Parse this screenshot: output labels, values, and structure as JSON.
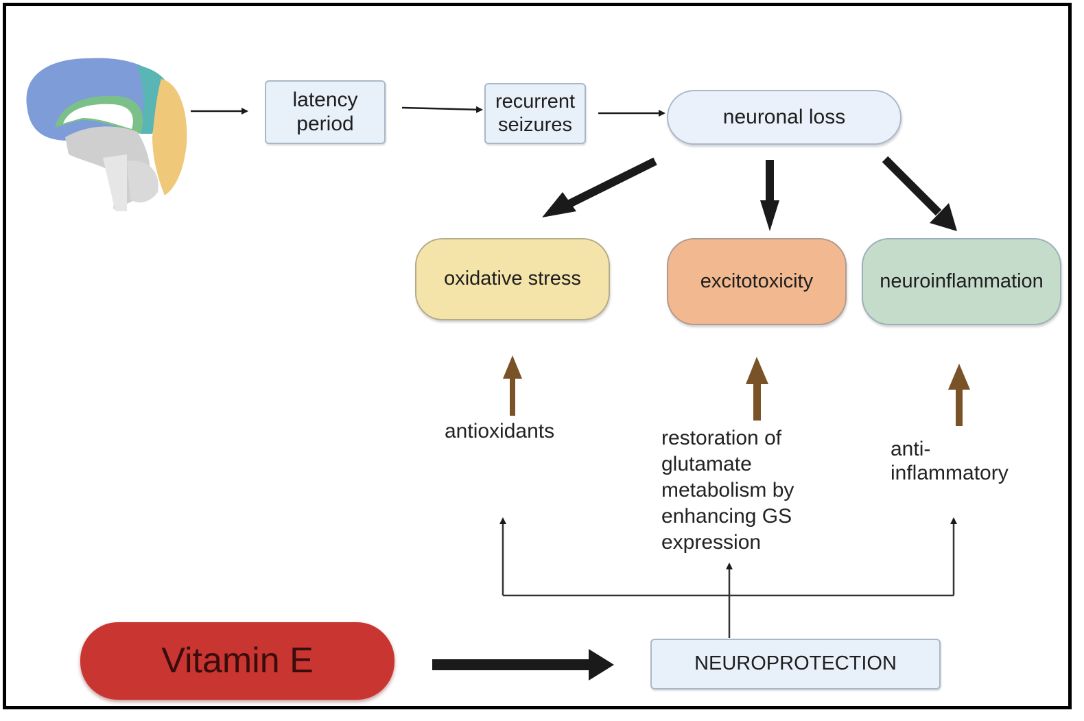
{
  "diagram": {
    "top_flow": {
      "brain_icon": "brain-sagittal-icon",
      "latency_period": "latency\nperiod",
      "recurrent_seizures": "recurrent\nseizures",
      "neuronal_loss": "neuronal loss"
    },
    "consequences": [
      {
        "label": "oxidative stress",
        "color": "#f5e4aa"
      },
      {
        "label": "excitotoxicity",
        "color": "#f2b890"
      },
      {
        "label": "neuroinflammation",
        "color": "#c6dccb"
      }
    ],
    "mechanisms": [
      {
        "label": "antioxidants"
      },
      {
        "label": "restoration of\nglutamate\nmetabolism by\nenhancing GS\nexpression"
      },
      {
        "label": "anti-\ninflammatory"
      }
    ],
    "bottom": {
      "vitamin_e": "Vitamin E",
      "vitamin_e_color": "#c93530",
      "neuroprotection": "NEUROPROTECTION"
    },
    "colors": {
      "inhibit_arrow": "#7a5228",
      "flow_arrow": "#1a1a1a",
      "box_fill": "#e8f0fa"
    }
  }
}
